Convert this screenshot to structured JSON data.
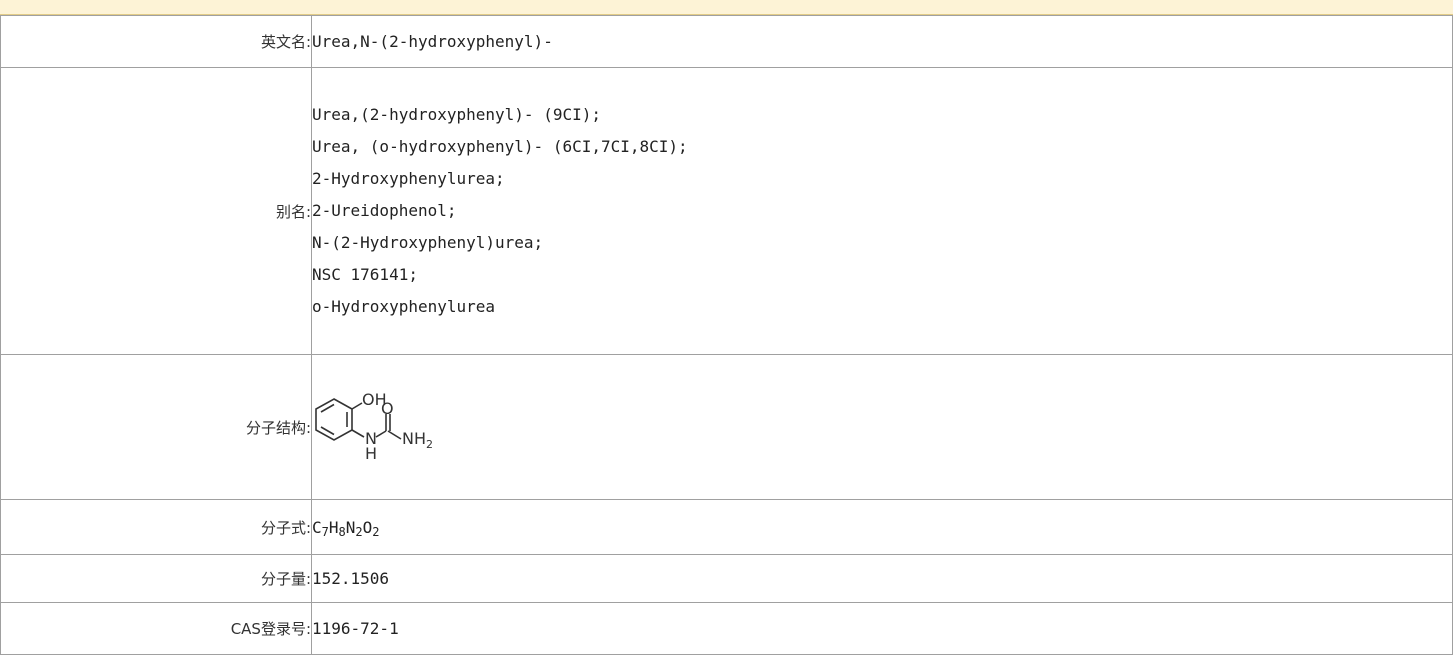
{
  "info_table": {
    "rows": [
      {
        "label": "英文名:",
        "value": "Urea,N-(2-hydroxyphenyl)-"
      },
      {
        "label": "别名:",
        "aliases": [
          "Urea,(2-hydroxyphenyl)- (9CI);",
          "Urea, (o-hydroxyphenyl)- (6CI,7CI,8CI);",
          "2-Hydroxyphenylurea;",
          "2-Ureidophenol;",
          "N-(2-Hydroxyphenyl)urea;",
          "NSC 176141;",
          "o-Hydroxyphenylurea"
        ]
      },
      {
        "label": "分子结构:",
        "structure": {
          "oh": "OH",
          "o": "O",
          "n": "N",
          "h": "H",
          "nh": "NH",
          "nh_sub": "2"
        }
      },
      {
        "label": "分子式:",
        "formula": [
          {
            "el": "C",
            "n": "7"
          },
          {
            "el": "H",
            "n": "8"
          },
          {
            "el": "N",
            "n": "2"
          },
          {
            "el": "O",
            "n": "2"
          }
        ]
      },
      {
        "label": "分子量:",
        "value": "152.1506"
      },
      {
        "label": "CAS登录号:",
        "value": "1196-72-1"
      }
    ]
  },
  "colors": {
    "topbar": "#fdf3d6",
    "border": "#a0a0a0"
  }
}
